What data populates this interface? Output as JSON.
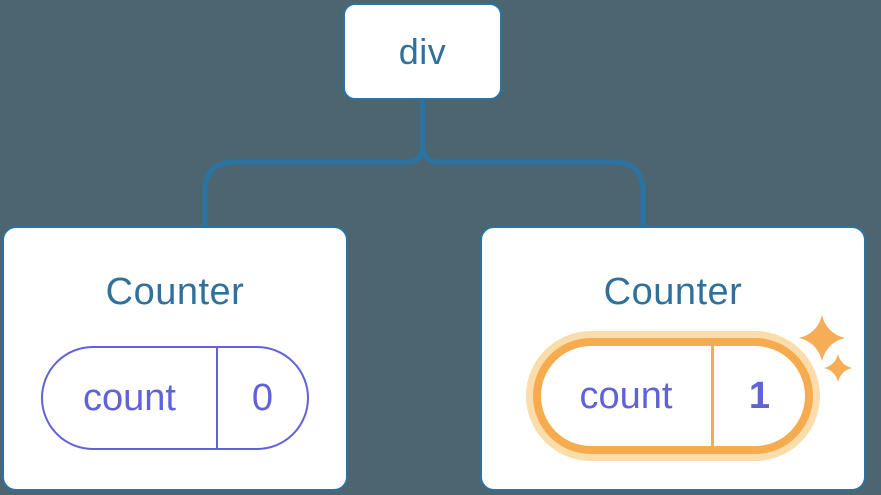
{
  "diagram": {
    "root": {
      "label": "div"
    },
    "children": [
      {
        "title": "Counter",
        "state_pill": {
          "name": "count",
          "value": "0"
        },
        "highlighted": false
      },
      {
        "title": "Counter",
        "state_pill": {
          "name": "count",
          "value": "1"
        },
        "highlighted": true
      }
    ]
  },
  "colors": {
    "background": "#4C6671",
    "connector_blue": "#2B73A3",
    "card_border_blue": "#2F719D",
    "label_blue": "#30719C",
    "state_purple": "#6161DB",
    "highlight_orange": "#F6AB4E",
    "highlight_halo": "#FBDDAB",
    "sparkle_orange": "#F6AD55",
    "card_background": "#FFFFFF"
  }
}
